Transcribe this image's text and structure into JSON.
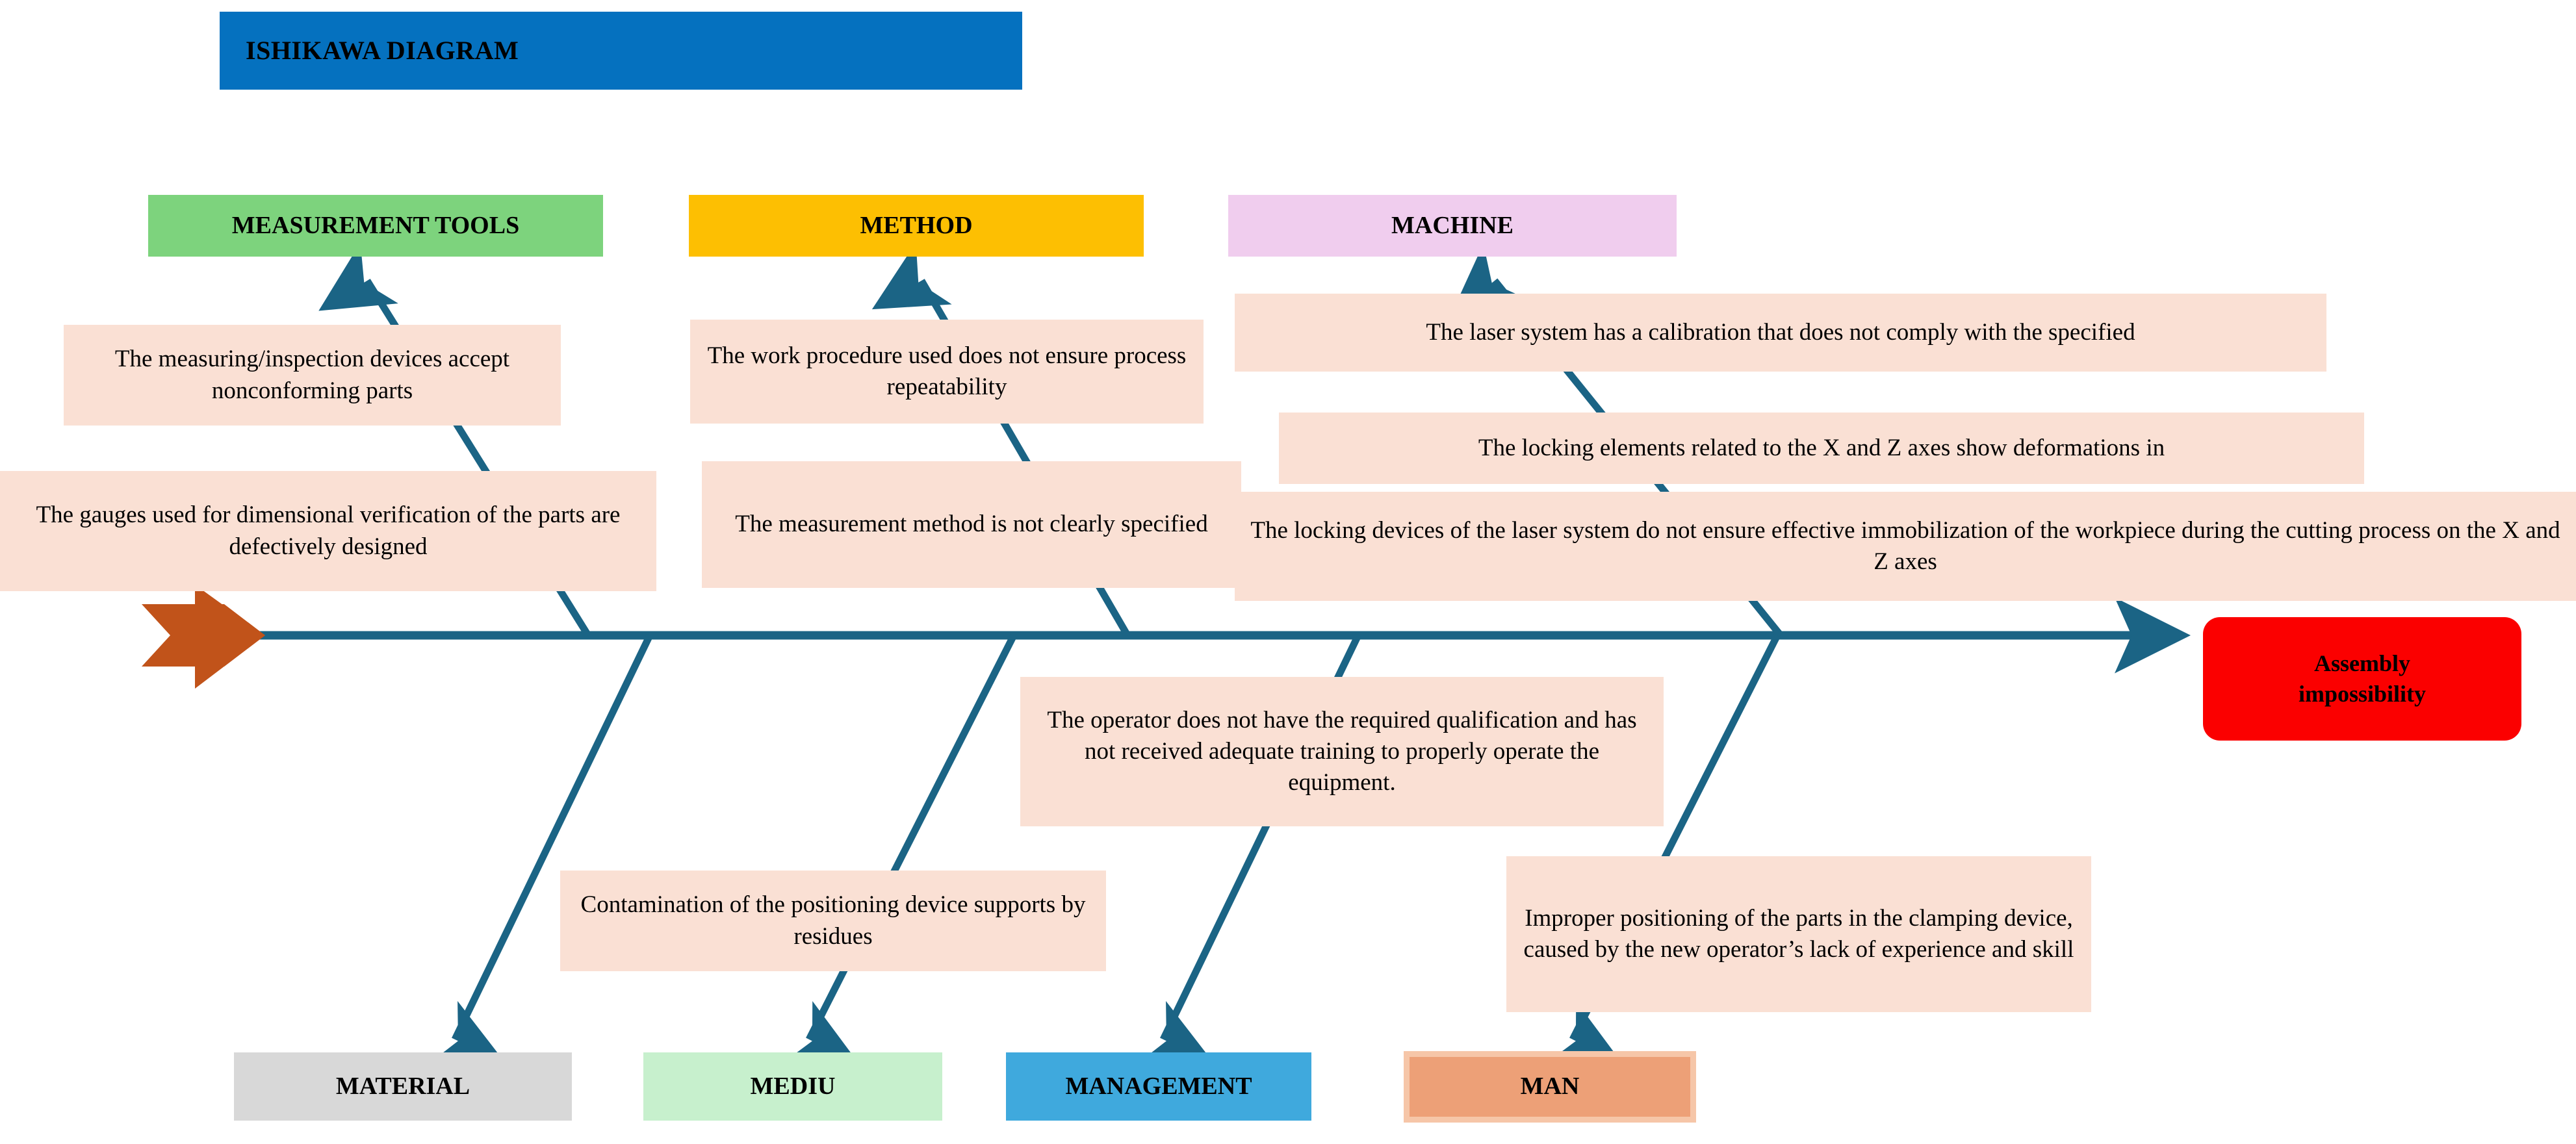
{
  "diagram": {
    "title": "ISHIKAWA DIAGRAM",
    "type": "ishikawa-fishbone",
    "effect": "Assembly\nimpossibility",
    "effect_line1": "Assembly",
    "effect_line2": "impossibility"
  },
  "colors": {
    "title_banner": "#0571bf",
    "spine": "#1b6485",
    "bone": "#1b6485",
    "cause_box": "#fae0d4",
    "start_arrow": "#c1531a",
    "effect_box": "#fb0000",
    "measurement_tools": "#7dd37d",
    "method": "#fdbf02",
    "machine": "#f0cdee",
    "material": "#d8d8d8",
    "mediu": "#c7f0cd",
    "management": "#3fa9dd",
    "man": "#eda077",
    "man_border": "#f6c6a8"
  },
  "top_categories": [
    {
      "label": "MEASUREMENT TOOLS",
      "color": "#7dd37d"
    },
    {
      "label": "METHOD",
      "color": "#fdbf02"
    },
    {
      "label": "MACHINE",
      "color": "#f0cdee"
    }
  ],
  "bottom_categories": [
    {
      "label": "MATERIAL",
      "color": "#d8d8d8"
    },
    {
      "label": "MEDIU",
      "color": "#c7f0cd"
    },
    {
      "label": "MANAGEMENT",
      "color": "#3fa9dd"
    },
    {
      "label": "MAN",
      "color": "#eda077"
    }
  ],
  "causes": {
    "measurement_1": "The measuring/inspection devices accept nonconforming parts",
    "measurement_2": "The gauges used for dimensional verification of the parts are defectively designed",
    "method_1": "The work procedure used does not ensure process repeatability",
    "method_2": "The measurement method is not clearly specified",
    "machine_1": "The laser system has a calibration that does not comply with the specified",
    "machine_2": "The locking elements related to the X and Z axes show deformations in",
    "machine_3": "The locking devices of the laser system do not ensure effective immobilization of the workpiece during the cutting process on the X and Z axes",
    "management_1": "The operator does not have the required qualification and has not received adequate training to properly operate the equipment.",
    "mediu_1": "Contamination of the positioning device supports by residues",
    "man_1": "Improper positioning of the parts in the clamping device, caused by the new operator’s lack of experience and skill"
  }
}
